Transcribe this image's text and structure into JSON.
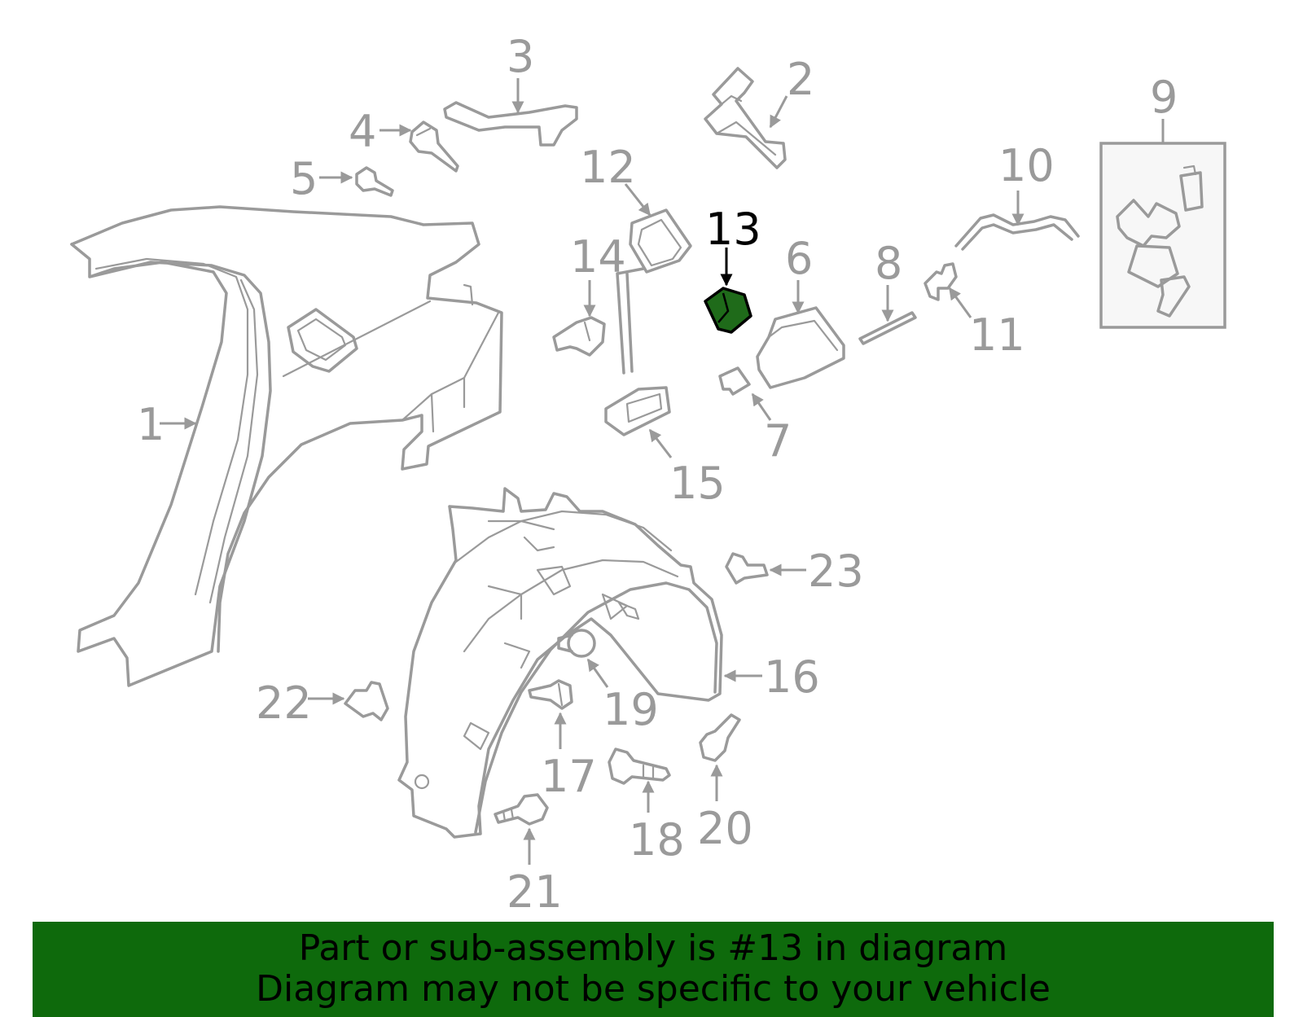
{
  "diagram": {
    "highlighted_part": "13",
    "highlight_color": "#1f6b1a",
    "line_color": "#9a9a9a",
    "callouts": [
      "1",
      "2",
      "3",
      "4",
      "5",
      "6",
      "7",
      "8",
      "9",
      "10",
      "11",
      "12",
      "13",
      "14",
      "15",
      "16",
      "17",
      "18",
      "19",
      "20",
      "21",
      "22",
      "23"
    ]
  },
  "banner": {
    "background": "#0e6a0c",
    "line1": "Part or sub-assembly is #13 in diagram",
    "line2": "Diagram may not be specific to your vehicle"
  }
}
